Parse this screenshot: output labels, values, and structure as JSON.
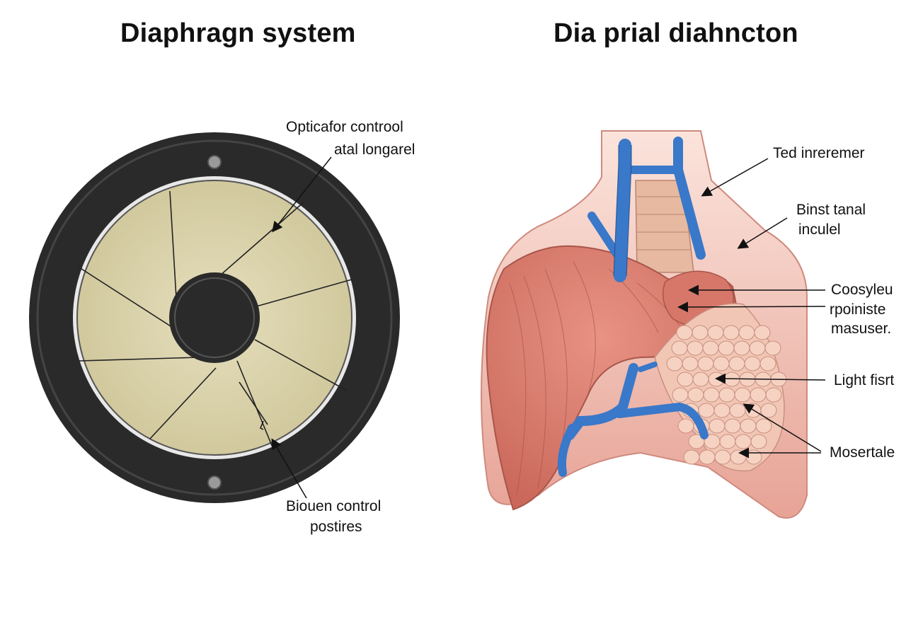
{
  "left_panel": {
    "title": "Diaphragn system",
    "label_top": [
      "Opticafor controol",
      "atal longarel"
    ],
    "label_bottom": [
      "Biouen control",
      "postires"
    ]
  },
  "right_panel": {
    "title": "Dia prial diahncton",
    "labels": [
      [
        "Ted inreremer"
      ],
      [
        "Binst tanal",
        "inculel"
      ],
      [
        "Coosyleu",
        "rpoiniste",
        "masuser."
      ],
      [
        "Light fisrt"
      ],
      [
        "Mosertale"
      ]
    ]
  },
  "colors": {
    "ring": "#2b2b2b",
    "blade_fill": "#d9d2ab",
    "muscle": "#d97b6c",
    "muscle_dark": "#b85a4e",
    "vessel": "#3a78c9",
    "tissue": "#f2c4b4"
  }
}
